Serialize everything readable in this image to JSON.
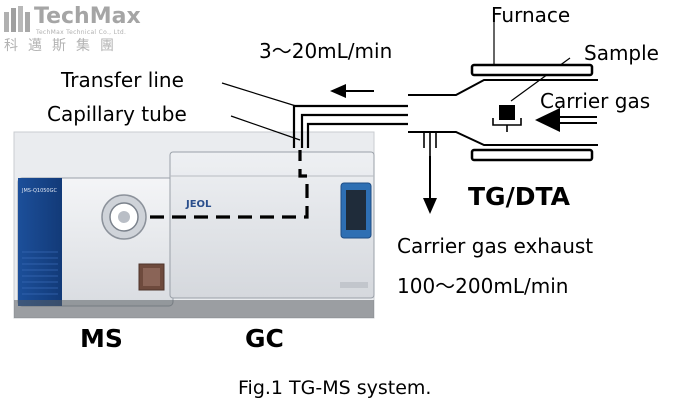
{
  "logo": {
    "name": "TechMax",
    "tagline": "TechMax Technical Co., Ltd.",
    "chinese": "科邁斯集團"
  },
  "diagram": {
    "flow_top": "3～20mL/min",
    "furnace": "Furnace",
    "sample": "Sample",
    "transfer_line": "Transfer line",
    "carrier_gas": "Carrier gas",
    "capillary_tube": "Capillary tube",
    "tg_dta": "TG/DTA",
    "exhaust": "Carrier gas exhaust",
    "flow_exhaust": "100～200mL/min",
    "ms": "MS",
    "gc": "GC",
    "gc_brand": "JEOL",
    "ms_badge": "JMS-Q1050GC"
  },
  "caption": "Fig.1 TG-MS system."
}
